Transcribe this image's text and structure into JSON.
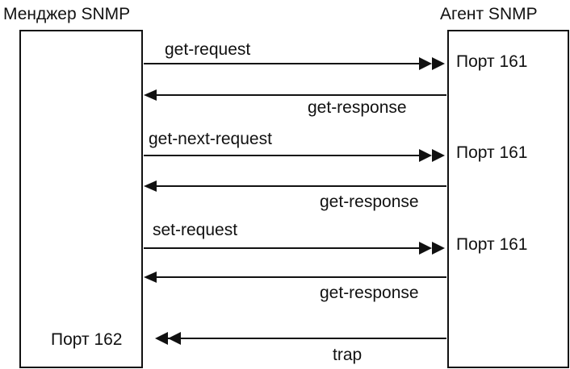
{
  "manager": {
    "title": "Менджер SNMP",
    "port": "Порт 162"
  },
  "agent": {
    "title": "Агент SNMP"
  },
  "messages": [
    {
      "label": "get-request",
      "direction": "manager-to-agent",
      "arrowhead": "double",
      "port": "Порт 161"
    },
    {
      "label": "get-response",
      "direction": "agent-to-manager",
      "arrowhead": "single"
    },
    {
      "label": "get-next-request",
      "direction": "manager-to-agent",
      "arrowhead": "double",
      "port": "Порт 161"
    },
    {
      "label": "get-response",
      "direction": "agent-to-manager",
      "arrowhead": "single"
    },
    {
      "label": "set-request",
      "direction": "manager-to-agent",
      "arrowhead": "double",
      "port": "Порт 161"
    },
    {
      "label": "get-response",
      "direction": "agent-to-manager",
      "arrowhead": "single"
    },
    {
      "label": "trap",
      "direction": "agent-to-manager",
      "arrowhead": "double"
    }
  ]
}
